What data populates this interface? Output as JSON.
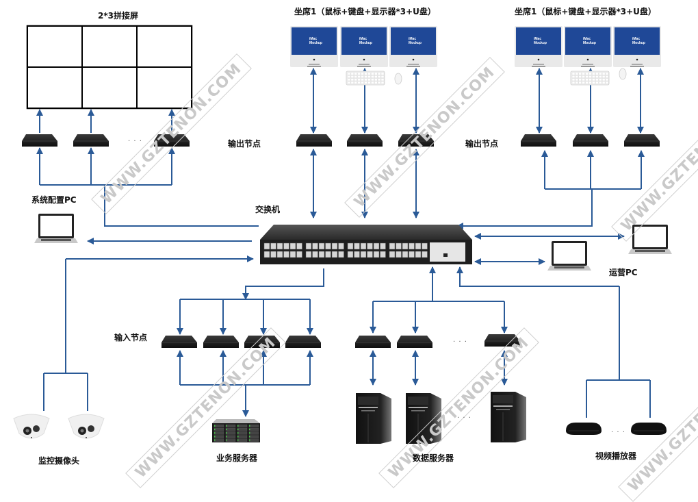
{
  "title": "KVM分布式坐席系统拓扑",
  "watermark": "WWW.GZTENON.COM",
  "colors": {
    "line": "#2a5a97",
    "screen_blue": "#1f4ea3",
    "device_black": "#1c1c1c"
  },
  "labels": {
    "video_wall": "2*3拼接屏",
    "seat_left": "坐席1（鼠标+键盘+显示器*3+U盘）",
    "seat_right": "坐席1（鼠标+键盘+显示器*3+U盘）",
    "output_node_left": "输出节点",
    "output_node_right": "输出节点",
    "switch": "交换机",
    "config_pc": "系统配置PC",
    "ops_pc": "运营PC",
    "input_node": "输入节点",
    "cameras": "监控摄像头",
    "business_server": "业务服务器",
    "data_server": "数据服务器",
    "video_player": "视频播放器"
  },
  "screen_text": [
    "iMac",
    "Mockup"
  ],
  "ellipsis": "· · ·",
  "video_wall": {
    "rows": 2,
    "cols": 3
  }
}
